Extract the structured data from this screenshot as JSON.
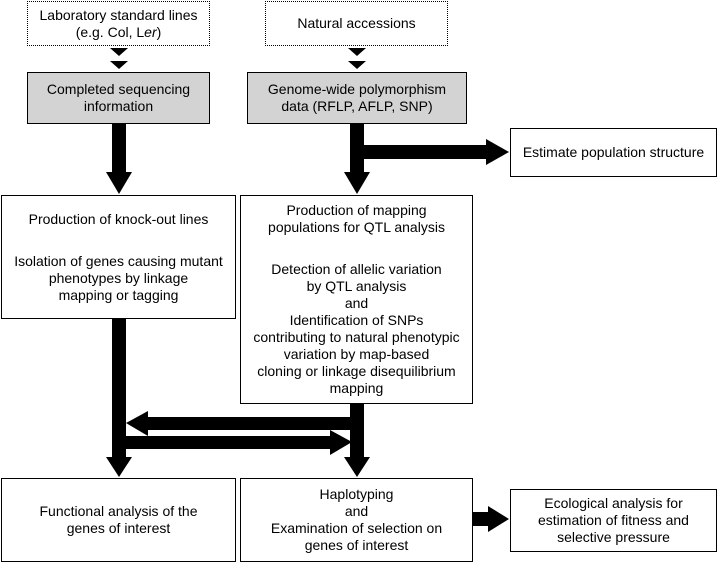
{
  "boxes": {
    "lab_lines": {
      "lines": [
        "Laboratory standard lines",
        "(e.g. Col, L",
        "er",
        ")"
      ]
    },
    "natural": {
      "lines": [
        "Natural accessions"
      ]
    },
    "sequencing": {
      "lines": [
        "Completed sequencing",
        "information"
      ]
    },
    "polymorphism": {
      "lines": [
        "Genome-wide polymorphism",
        "data (RFLP, AFLP, SNP)"
      ]
    },
    "population": {
      "lines": [
        "Estimate population structure"
      ]
    },
    "knockout": {
      "top": [
        "Production of knock-out lines"
      ],
      "bottom": [
        "Isolation of genes causing mutant",
        "phenotypes by linkage",
        "mapping or tagging"
      ]
    },
    "mapping": {
      "top": [
        "Production of mapping",
        "populations for QTL analysis"
      ],
      "bottom": [
        "Detection of allelic variation",
        "by QTL analysis",
        "and",
        "Identification of SNPs",
        "contributing to natural phenotypic",
        "variation by map-based",
        "cloning or linkage disequilibrium",
        "mapping"
      ]
    },
    "functional": {
      "lines": [
        "Functional analysis of the",
        "genes of interest"
      ]
    },
    "haplotyping": {
      "lines": [
        "Haplotyping",
        "and",
        "Examination of selection on",
        "genes of interest"
      ]
    },
    "ecological": {
      "lines": [
        "Ecological analysis for",
        "estimation of fitness and",
        "selective pressure"
      ]
    }
  },
  "colors": {
    "gray_box": "#d3d3d3",
    "arrow": "#000000"
  }
}
